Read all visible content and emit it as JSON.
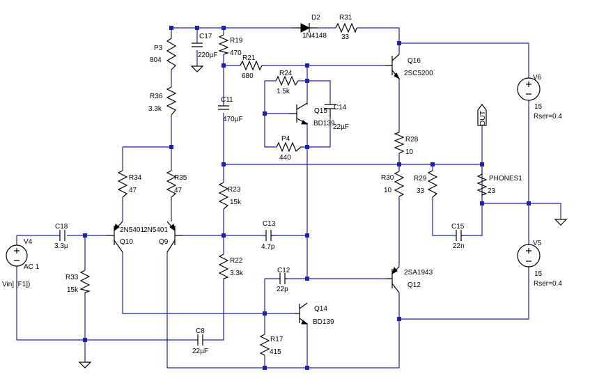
{
  "labels": {
    "D2": "D2",
    "D2v": "1N4148",
    "R31": "R31",
    "R31v": "33",
    "C17": "C17",
    "C17v": "220µF",
    "R19": "R19",
    "R19v": "470",
    "P3": "P3",
    "P3v": "804",
    "R21": "R21",
    "R21v": "680",
    "Q16": "Q16",
    "Q16v": "2SC5200",
    "R24": "R24",
    "R24v": "1.5k",
    "Q15": "Q15",
    "Q15v": "BD139",
    "C14": "C14",
    "C14v": "22µF",
    "R36": "R36",
    "R36v": "3.3k",
    "C11": "C11",
    "C11v": "470µF",
    "P4": "P4",
    "P4v": "440",
    "R28": "R28",
    "R28v": "10",
    "V6": "V6",
    "V6v": "15",
    "V6r": "Rser=0.4",
    "OUT": "OUT",
    "R34": "R34",
    "R34v": "47",
    "R35": "R35",
    "R35v": "47",
    "R23": "R23",
    "R23v": "15k",
    "R30": "R30",
    "R30v": "10",
    "R29": "R29",
    "R29v": "33",
    "PH": "PHONES1",
    "PHv": "23",
    "C18": "C18",
    "C18v": "3.3µ",
    "Q10t": "2N5401",
    "Q9t": "2N5401",
    "Q10": "Q10",
    "Q9": "Q9",
    "C13": "C13",
    "C13v": "4.7p",
    "C15": "C15",
    "C15v": "22n",
    "V4": "V4",
    "V4v": "AC 1",
    "V4f": "Vin] [F1])",
    "R22": "R22",
    "R22v": "3.3k",
    "R33": "R33",
    "R33v": "15k",
    "C12": "C12",
    "C12v": "22p",
    "Q12": "Q12",
    "Q12v": "2SA1943",
    "V5": "V5",
    "V5v": "15",
    "V5r": "Rser=0.4",
    "Q14": "Q14",
    "Q14v": "BD139",
    "R17": "R17",
    "R17v": "415",
    "C8": "C8",
    "C8v": "22µF"
  }
}
